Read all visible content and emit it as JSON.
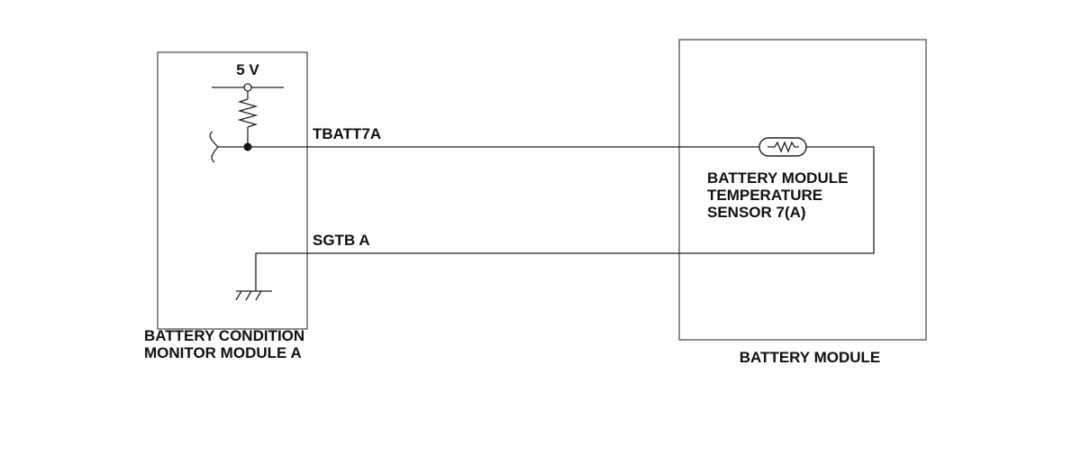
{
  "diagram": {
    "voltage_label": "5 V",
    "signal_wire_label": "TBATT7A",
    "ground_wire_label": "SGTB A",
    "left_module": {
      "name_line1": "BATTERY CONDITION",
      "name_line2": "MONITOR MODULE A"
    },
    "right_module": {
      "name": "BATTERY MODULE"
    },
    "sensor": {
      "name_line1": "BATTERY MODULE",
      "name_line2": "TEMPERATURE",
      "name_line3": "SENSOR 7(A)"
    },
    "line_color": "#222222"
  }
}
